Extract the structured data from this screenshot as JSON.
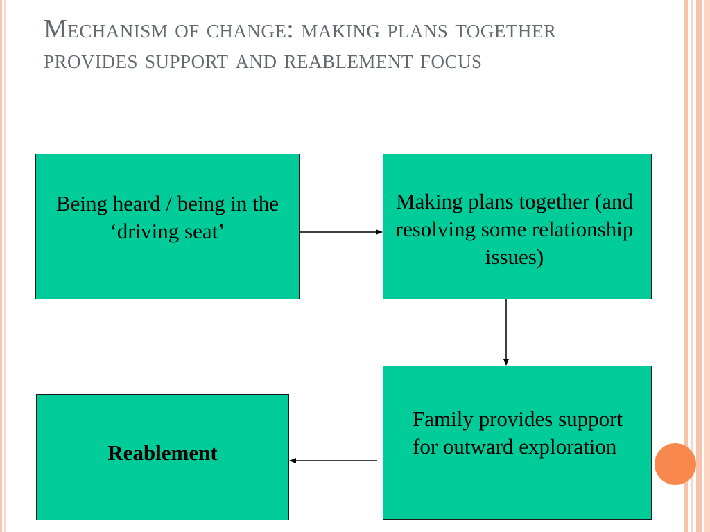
{
  "slide": {
    "title": "Mechanism of change: making plans together provides support and reablement focus"
  },
  "diagram": {
    "boxes": {
      "heard": "Being heard / being in the ‘driving seat’",
      "plans": "Making plans together (and resolving some relationship issues)",
      "family": "Family provides support for outward exploration",
      "reablement": "Reablement"
    },
    "edges": [
      {
        "from": "heard",
        "to": "plans"
      },
      {
        "from": "plans",
        "to": "family"
      },
      {
        "from": "family",
        "to": "reablement"
      }
    ],
    "colors": {
      "box_fill": "#00cc99",
      "title_text": "#62686e",
      "accent_dot": "#f9884e",
      "border_stripe": "#f8c2ab"
    }
  }
}
